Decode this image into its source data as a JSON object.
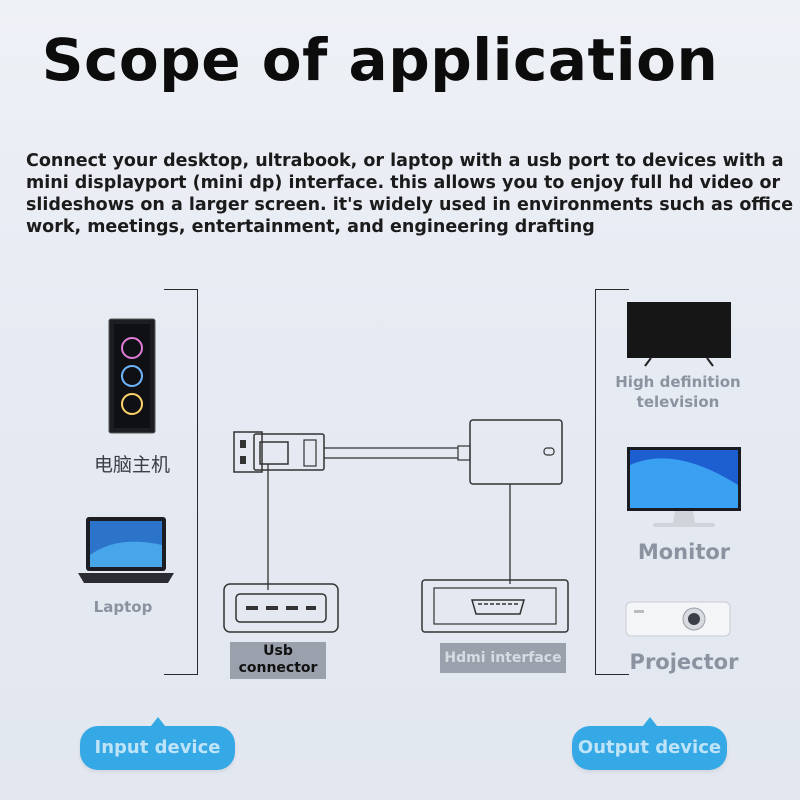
{
  "title": "Scope of application",
  "description": "Connect your desktop, ultrabook, or laptop with a usb port to devices with a mini displayport (mini dp) interface. this allows you to enjoy full hd video or slideshows on a larger screen. it's widely used in environments such as office work, meetings, entertainment, and engineering drafting",
  "input": {
    "desktop_label": "电脑主机",
    "laptop_label": "Laptop",
    "button_label": "Input device"
  },
  "center": {
    "usb_label": "Usb connector",
    "hdmi_label": "Hdmi interface"
  },
  "output": {
    "tv_label": "High definition television",
    "monitor_label": "Monitor",
    "projector_label": "Projector",
    "button_label": "Output device"
  },
  "colors": {
    "accent": "#35a8e6",
    "label_gray": "#8c93a0"
  }
}
